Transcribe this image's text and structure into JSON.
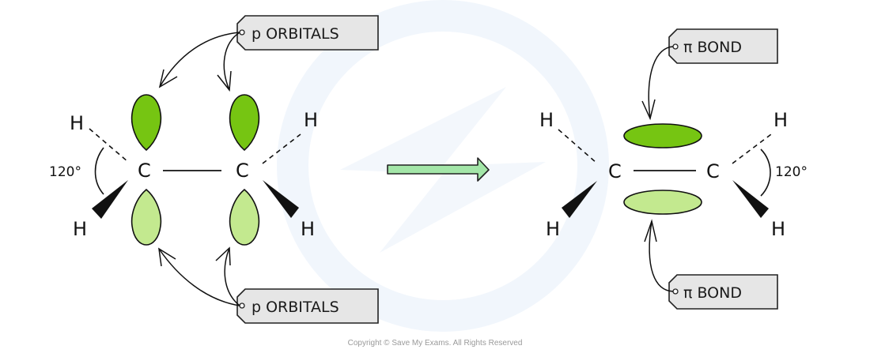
{
  "diagram": {
    "title": "Formation of a pi bond from overlapping p orbitals in ethene",
    "colors": {
      "lobe_dark": "#76c512",
      "lobe_light": "#c3e98f",
      "arrow_fill": "#a3e6a8",
      "tag_fill": "#e6e6e6",
      "watermark": "#eef4fb"
    },
    "left_molecule": {
      "carbon_left": "C",
      "carbon_right": "C",
      "h_top_left": "H",
      "h_bottom_left": "H",
      "h_top_right": "H",
      "h_bottom_right": "H",
      "angle_label": "120°"
    },
    "right_molecule": {
      "carbon_left": "C",
      "carbon_right": "C",
      "h_top_left": "H",
      "h_bottom_left": "H",
      "h_top_right": "H",
      "h_bottom_right": "H",
      "angle_label": "120°"
    },
    "tags": {
      "top_left": "p ORBITALS",
      "bottom_left": "p ORBITALS",
      "top_right": "π BOND",
      "bottom_right": "π BOND"
    },
    "reaction_arrow": "right-arrow",
    "copyright": "Copyright © Save My Exams. All Rights Reserved"
  }
}
